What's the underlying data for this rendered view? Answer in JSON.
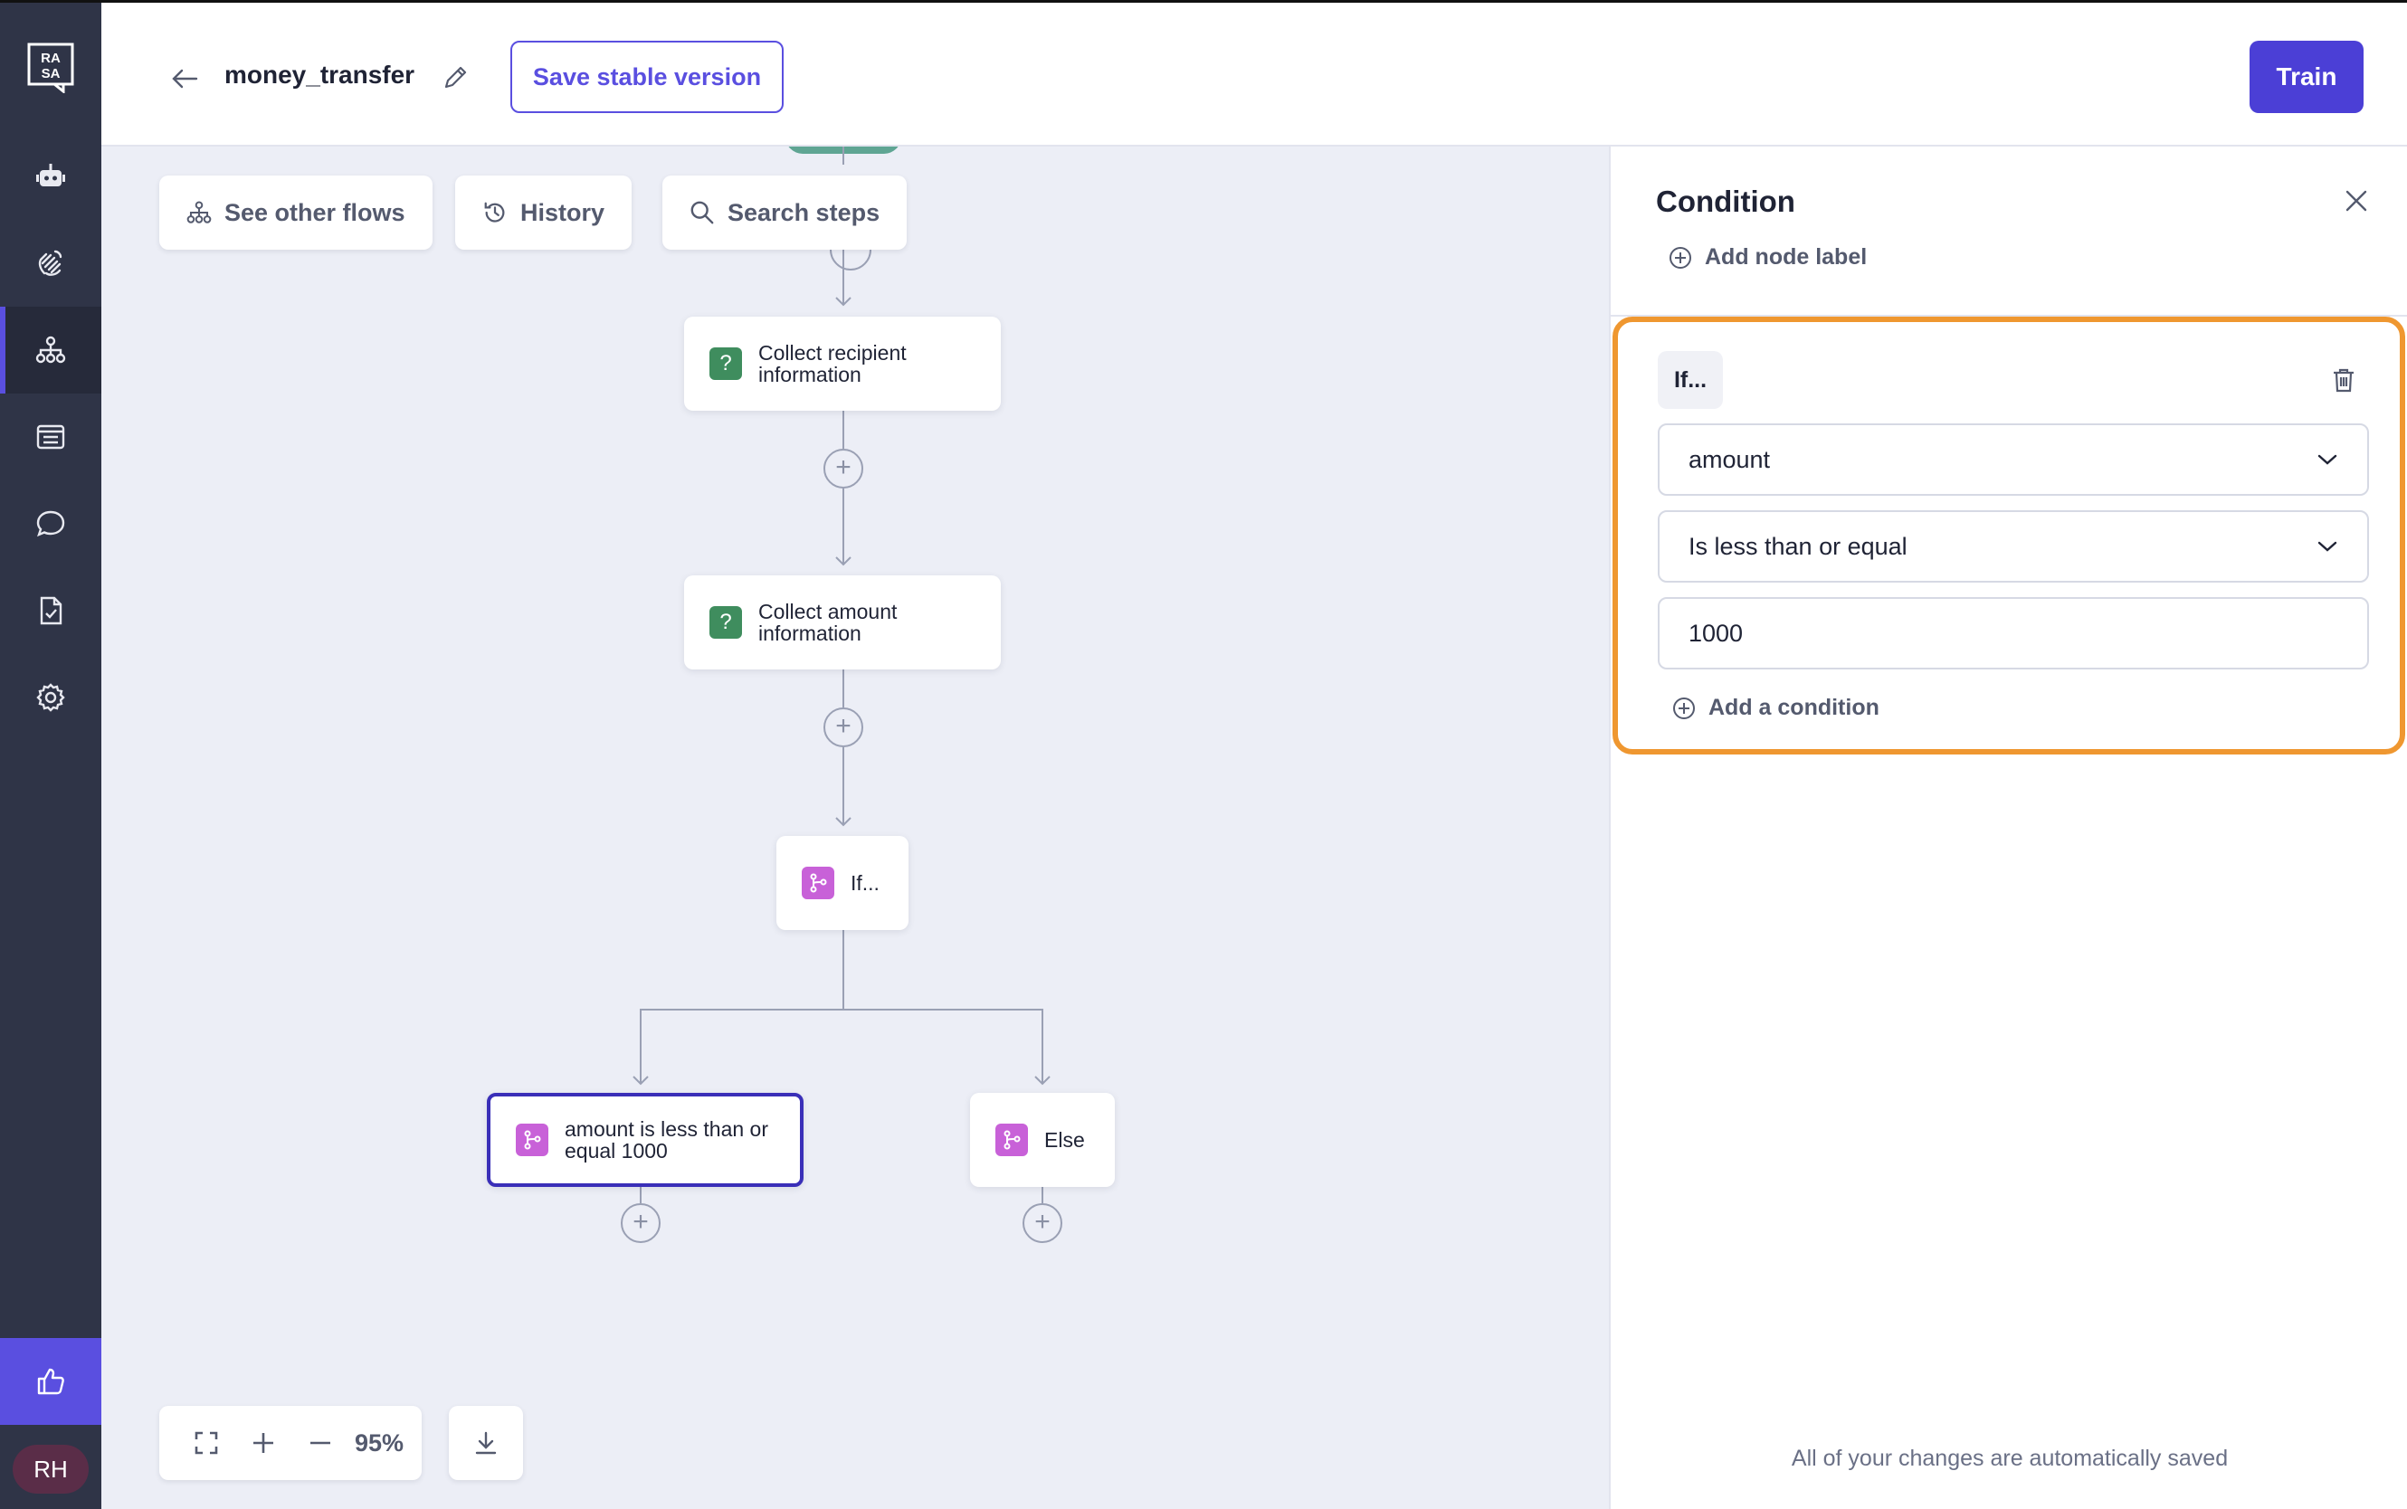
{
  "app": {
    "logo_text": "RASA",
    "user_initials": "RH"
  },
  "header": {
    "flow_name": "money_transfer",
    "save_label": "Save stable version",
    "train_label": "Train"
  },
  "toolbar": {
    "see_flows": "See other flows",
    "history": "History",
    "search_steps": "Search steps"
  },
  "nodes": {
    "collect_recipient": "Collect recipient information",
    "collect_amount": "Collect amount information",
    "if_label": "If...",
    "branch_condition": "amount is less than or equal 1000",
    "else_label": "Else"
  },
  "zoom": {
    "level": "95%"
  },
  "panel": {
    "title": "Condition",
    "add_node_label": "Add node label",
    "if_chip": "If...",
    "slot_value": "amount",
    "operator_value": "Is less than or equal",
    "compare_value": "1000",
    "add_condition": "Add a condition",
    "autosave_note": "All of your changes are automatically saved"
  },
  "colors": {
    "accent": "#4b3fd6",
    "highlight": "#ef9730",
    "collect_icon": "#3f8d5e",
    "branch_icon": "#c861d8",
    "sidebar": "#2f3447"
  }
}
